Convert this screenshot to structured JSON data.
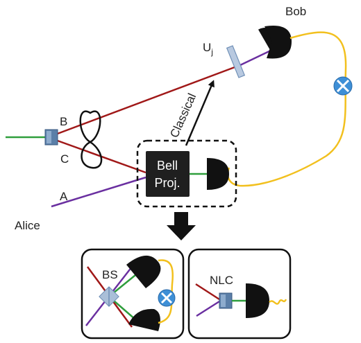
{
  "labels": {
    "bob": "Bob",
    "alice": "Alice",
    "unitary": "U",
    "unitary_sub": "j",
    "path_a": "A",
    "path_b": "B",
    "path_c": "C",
    "classical": "Classical",
    "bell_line1": "Bell",
    "bell_line2": "Proj.",
    "bs": "BS",
    "nlc": "NLC"
  },
  "colors": {
    "green": "#2e9e3c",
    "red": "#a01818",
    "purple": "#6a2fa0",
    "yellow": "#f2c01e",
    "crystal": "#5b7fa8",
    "crystal_light": "#aabfd8",
    "detector": "#111111",
    "modulator": "#3e8fd6",
    "bell_box": "#1f1f1f",
    "outline": "#111111"
  },
  "icons": {
    "detector": "detector-icon",
    "modulator": "modulator-icon",
    "crystal": "crystal-icon",
    "beam_splitter": "beam-splitter-icon",
    "fiber_loop": "fiber-loop-icon",
    "wave_plate": "wave-plate-icon",
    "arrow_down": "arrow-down-icon"
  }
}
